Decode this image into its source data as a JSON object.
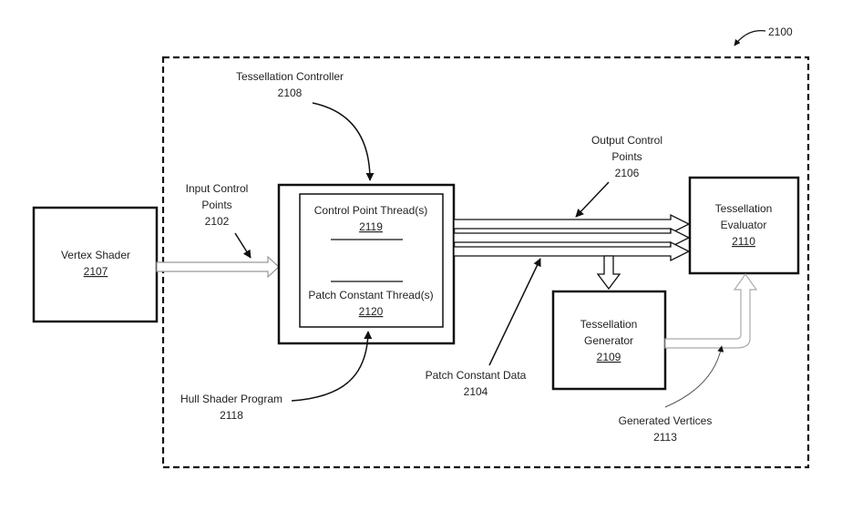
{
  "figure": {
    "ref": "2100"
  },
  "blocks": {
    "vertex_shader": {
      "name": "Vertex Shader",
      "ref": "2107"
    },
    "tess_evaluator": {
      "line1": "Tessellation",
      "line2": "Evaluator",
      "ref": "2110"
    },
    "tess_generator": {
      "line1": "Tessellation",
      "line2": "Generator",
      "ref": "2109"
    },
    "control_point_thread": {
      "name": "Control Point Thread(s)",
      "ref": "2119"
    },
    "patch_constant_thread": {
      "name": "Patch Constant Thread(s)",
      "ref": "2120"
    }
  },
  "labels": {
    "tess_controller": {
      "line1": "Tessellation Controller",
      "ref": "2108"
    },
    "input_control_points": {
      "line1": "Input Control",
      "line2": "Points",
      "ref": "2102"
    },
    "output_control_points": {
      "line1": "Output Control",
      "line2": "Points",
      "ref": "2106"
    },
    "patch_constant_data": {
      "line1": "Patch Constant Data",
      "ref": "2104"
    },
    "hull_shader_program": {
      "line1": "Hull Shader Program",
      "ref": "2118"
    },
    "generated_vertices": {
      "line1": "Generated Vertices",
      "ref": "2113"
    }
  }
}
